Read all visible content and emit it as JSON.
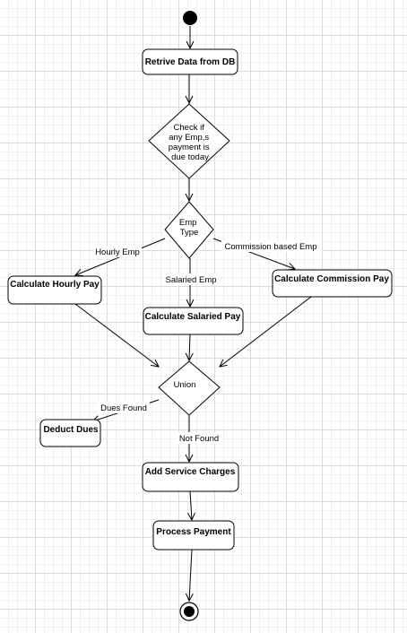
{
  "nodes": {
    "retrieve": "Retrive Data from DB",
    "check_due": [
      "Check if",
      "any Emp,s",
      "payment is",
      "due today"
    ],
    "emp_type": [
      "Emp",
      "Type"
    ],
    "hourly": "Calculate Hourly Pay",
    "salaried": "Calculate Salaried Pay",
    "commission": "Calculate Commission Pay",
    "union": "Union",
    "deduct": "Deduct Dues",
    "service": "Add Service Charges",
    "process": "Process Payment"
  },
  "edges": {
    "hourly_emp": "Hourly Emp",
    "salaried_emp": "Salaried Emp",
    "commission_emp": "Commission based Emp",
    "dues_found": "Dues Found",
    "not_found": "Not Found"
  }
}
